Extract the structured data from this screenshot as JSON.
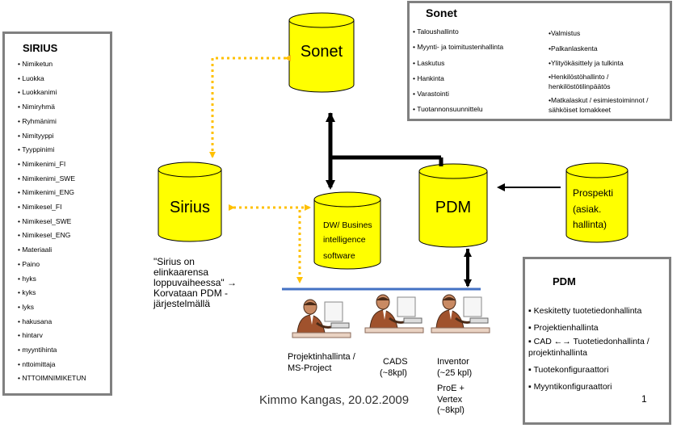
{
  "sirius_box": {
    "title": "SIRIUS",
    "items": [
      "Nimiketun",
      "Luokka",
      "Luokkanimi",
      "Nimiryhmä",
      "Ryhmänimi",
      "Nimityyppi",
      "Tyyppinimi",
      "Nimikenimi_FI",
      "Nimikenimi_SWE",
      "Nimikenimi_ENG",
      "Nimikesel_FI",
      "Nimikesel_SWE",
      "Nimikesel_ENG",
      "Materiaali",
      "Paino",
      "hyks",
      "kyks",
      "lyks",
      "hakusana",
      "hintarv",
      "myyntihinta",
      "nttoimittaja",
      "NTTOIMNIMIKETUN"
    ]
  },
  "sonet_box": {
    "title": "Sonet",
    "col1": [
      "Taloushallinto",
      "Myynti- ja toimitustenhallinta",
      "Laskutus",
      "Hankinta",
      "Varastointi",
      "Tuotannonsuunnittelu"
    ],
    "col2": [
      "Valmistus",
      "Palkanlaskenta",
      "Ylityökäsittely ja tulkinta",
      "Henkilöstöhallinto / henkilöstötilinpäätös",
      "Matkalaskut / esimiestoiminnot / sähköiset lomakkeet"
    ]
  },
  "pdm_box": {
    "title": "PDM",
    "items": [
      "Keskitetty tuotetiedonhallinta",
      "Projektienhallinta",
      "CAD ←→ Tuotetiedonhallinta / projektinhallinta",
      "Tuotekonfiguraattori",
      "Myyntikonfiguraattori"
    ],
    "page_number": "1"
  },
  "databases": {
    "sonet": "Sonet",
    "sirius": "Sirius",
    "pdm": "PDM",
    "dw_line1": "DW/ Busines",
    "dw_line2": "intelligence",
    "dw_line3": "software",
    "prospekti_line1": "Prospekti",
    "prospekti_line2": "(asiak.",
    "prospekti_line3": "hallinta)"
  },
  "sirius_note": {
    "line1": "\"Sirius on",
    "line2": "elinkaarensa",
    "line3": "loppuvaiheessa\" →",
    "line4": "Korvataan PDM -",
    "line5": "järjestelmällä"
  },
  "users": {
    "u1_line1": "Projektinhallinta /",
    "u1_line2": "MS-Project",
    "u2_line1": "CADS",
    "u2_line2": "(~8kpl)",
    "u3_line1": "Inventor",
    "u3_line2": "(~25 kpl)",
    "u3_line3": "ProE +",
    "u3_line4": "Vertex",
    "u3_line5": "(~8kpl)"
  },
  "author": "Kimmo Kangas, 20.02.2009",
  "colors": {
    "cylinder": "#ffff00",
    "dotted_arrow": "#ffc000",
    "network_line": "#4472c4",
    "box_border": "#808080"
  },
  "icons": [
    "person-at-computer-icon"
  ]
}
